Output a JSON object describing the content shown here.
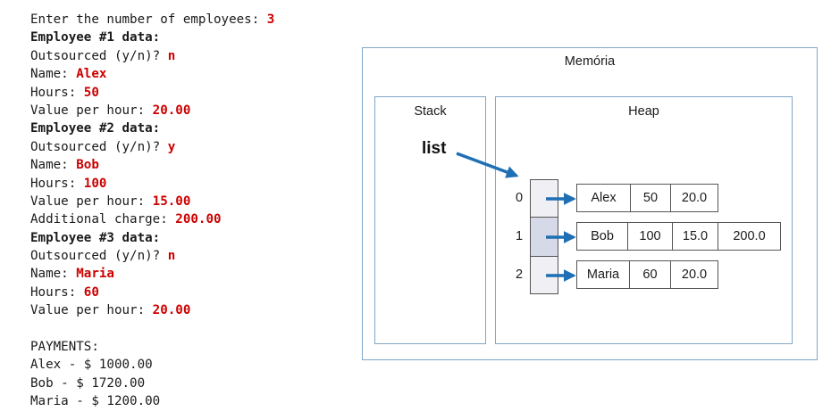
{
  "console": {
    "lines": [
      [
        {
          "t": "Enter the number of employees: ",
          "s": "n"
        },
        {
          "t": "3",
          "s": "in"
        }
      ],
      [
        {
          "t": "Employee #1 data:",
          "s": "b"
        }
      ],
      [
        {
          "t": "Outsourced (y/n)? ",
          "s": "n"
        },
        {
          "t": "n",
          "s": "in"
        }
      ],
      [
        {
          "t": "Name: ",
          "s": "n"
        },
        {
          "t": "Alex",
          "s": "in"
        }
      ],
      [
        {
          "t": "Hours: ",
          "s": "n"
        },
        {
          "t": "50",
          "s": "in"
        }
      ],
      [
        {
          "t": "Value per hour: ",
          "s": "n"
        },
        {
          "t": "20.00",
          "s": "in"
        }
      ],
      [
        {
          "t": "Employee #2 data:",
          "s": "b"
        }
      ],
      [
        {
          "t": "Outsourced (y/n)? ",
          "s": "n"
        },
        {
          "t": "y",
          "s": "in"
        }
      ],
      [
        {
          "t": "Name: ",
          "s": "n"
        },
        {
          "t": "Bob",
          "s": "in"
        }
      ],
      [
        {
          "t": "Hours: ",
          "s": "n"
        },
        {
          "t": "100",
          "s": "in"
        }
      ],
      [
        {
          "t": "Value per hour: ",
          "s": "n"
        },
        {
          "t": "15.00",
          "s": "in"
        }
      ],
      [
        {
          "t": "Additional charge: ",
          "s": "n"
        },
        {
          "t": "200.00",
          "s": "in"
        }
      ],
      [
        {
          "t": "Employee #3 data:",
          "s": "b"
        }
      ],
      [
        {
          "t": "Outsourced (y/n)? ",
          "s": "n"
        },
        {
          "t": "n",
          "s": "in"
        }
      ],
      [
        {
          "t": "Name: ",
          "s": "n"
        },
        {
          "t": "Maria",
          "s": "in"
        }
      ],
      [
        {
          "t": "Hours: ",
          "s": "n"
        },
        {
          "t": "60",
          "s": "in"
        }
      ],
      [
        {
          "t": "Value per hour: ",
          "s": "n"
        },
        {
          "t": "20.00",
          "s": "in"
        }
      ],
      [
        {
          "t": "",
          "s": "n"
        }
      ],
      [
        {
          "t": "PAYMENTS:",
          "s": "n"
        }
      ],
      [
        {
          "t": "Alex - $ 1000.00",
          "s": "n"
        }
      ],
      [
        {
          "t": "Bob - $ 1720.00",
          "s": "n"
        }
      ],
      [
        {
          "t": "Maria - $ 1200.00",
          "s": "n"
        }
      ]
    ]
  },
  "diagram": {
    "memory_label": "Memória",
    "stack_label": "Stack",
    "heap_label": "Heap",
    "list_label": "list",
    "indices": [
      "0",
      "1",
      "2"
    ],
    "objects": [
      {
        "fields": [
          "Alex",
          "50",
          "20.0"
        ]
      },
      {
        "fields": [
          "Bob",
          "100",
          "15.0",
          "200.0"
        ]
      },
      {
        "fields": [
          "Maria",
          "60",
          "20.0"
        ]
      }
    ],
    "colors": {
      "arrow": "#1f6fb5",
      "frame": "#7fa6c9",
      "highlight_cell": "#d5d9e8"
    }
  }
}
